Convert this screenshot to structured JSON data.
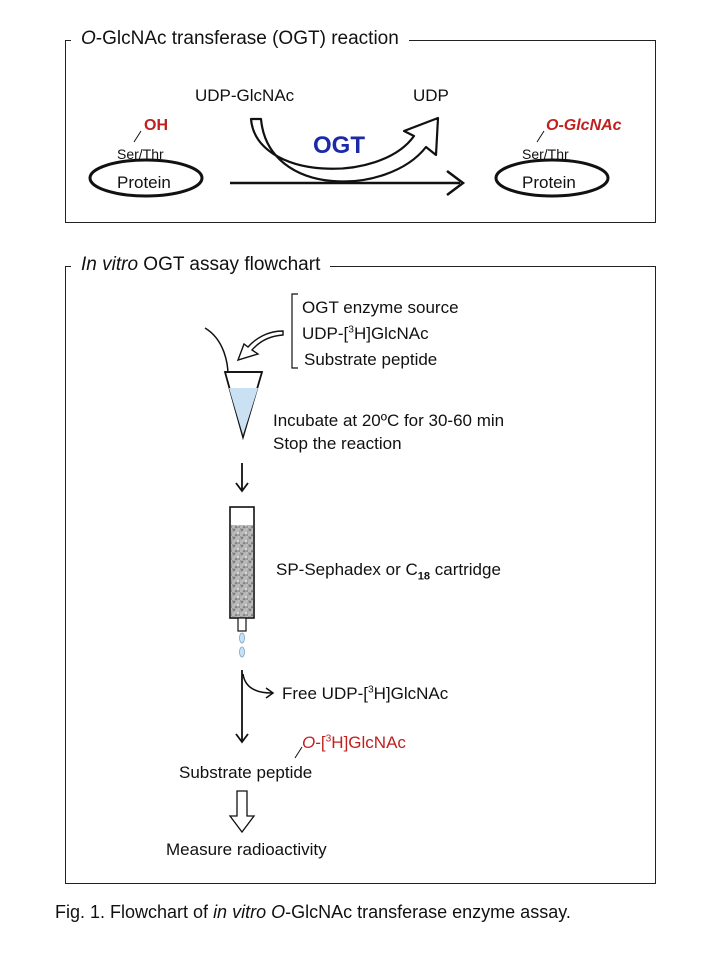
{
  "panel1": {
    "title_prefix": "O",
    "title_rest": "-GlcNAc transferase (OGT) reaction",
    "donor": "UDP-GlcNAc",
    "byproduct": "UDP",
    "enzyme": "OGT",
    "left_group": "OH",
    "left_residue": "Ser/Thr",
    "left_protein": "Protein",
    "right_group": "O-GlcNAc",
    "right_residue": "Ser/Thr",
    "right_protein": "Protein"
  },
  "panel2": {
    "title_prefix": "In vitro",
    "title_rest": " OGT assay flowchart",
    "inputs": [
      "OGT enzyme source",
      "UDP-[",
      "3",
      "H]GlcNAc",
      "Substrate peptide"
    ],
    "incubate": "Incubate at 20ºC for 30-60 min",
    "stop": "Stop the reaction",
    "column_a": "SP-Sephadex or C",
    "column_sub": "18",
    "column_b": " cartridge",
    "free_a": "Free UDP-[",
    "free_sup": "3",
    "free_b": "H]GlcNAc",
    "label_o": "O",
    "label_a": "-[",
    "label_sup": "3",
    "label_b": "H]GlcNAc",
    "product": "Substrate peptide",
    "measure": "Measure radioactivity"
  },
  "caption": {
    "a": "Fig. 1. Flowchart of ",
    "b": "in vitro",
    "c": " ",
    "d": "O",
    "e": "-GlcNAc  transferase enzyme  assay."
  }
}
